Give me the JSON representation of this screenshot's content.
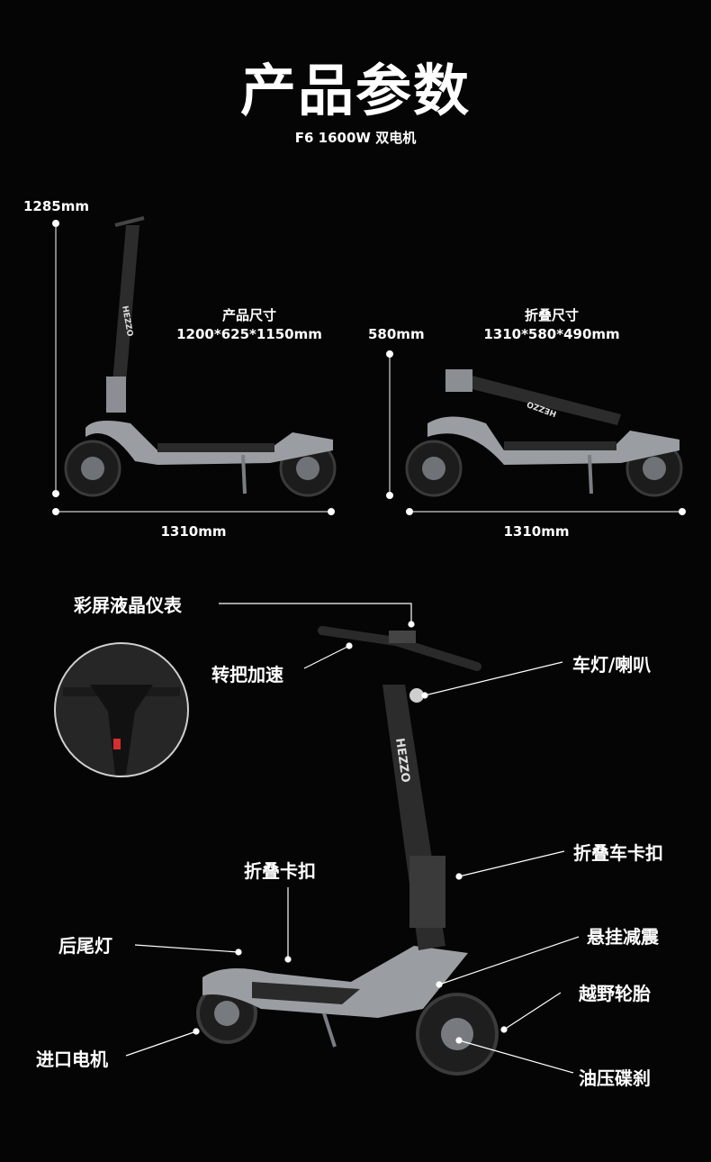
{
  "header": {
    "title": "产品参数",
    "subtitle": "F6 1600W 双电机"
  },
  "dimensions": {
    "height": "1285mm",
    "product_size_label": "产品尺寸",
    "product_size_value": "1200*625*1150mm",
    "folded_height": "580mm",
    "folded_size_label": "折叠尺寸",
    "folded_size_value": "1310*580*490mm",
    "length_left": "1310mm",
    "length_right": "1310mm"
  },
  "brand": "HEZZO",
  "features": {
    "display": "彩屏液晶仪表",
    "throttle": "转把加速",
    "light_horn": "车灯/喇叭",
    "fold_clip": "折叠车卡扣",
    "fold_buckle": "折叠卡扣",
    "tail_light": "后尾灯",
    "suspension": "悬挂减震",
    "offroad_tire": "越野轮胎",
    "motor": "进口电机",
    "disc_brake": "油压碟刹"
  },
  "colors": {
    "background": "#050505",
    "text": "#ffffff",
    "frame": "#9a9ea2",
    "dark": "#2a2a2a"
  }
}
